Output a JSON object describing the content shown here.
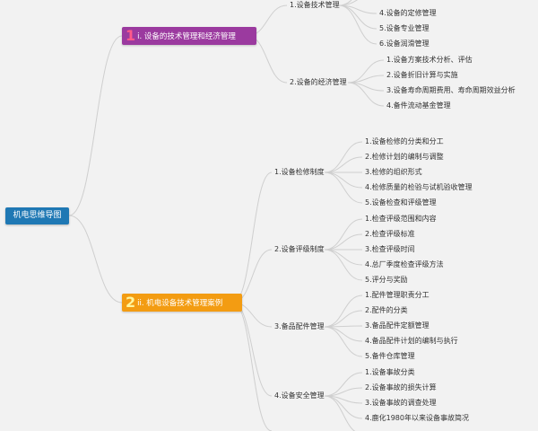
{
  "root": {
    "label": "机电思维导图"
  },
  "colors": {
    "root": "#1f78b4",
    "branch1": "#9b3a9f",
    "branch2": "#f39c12",
    "link": "#cfcfcf"
  },
  "branches": [
    {
      "num": "1",
      "label": "i. 设备的技术管理和经济管理",
      "topics": [
        {
          "label": "1.设备技术管理",
          "leaves": [
            "4.设备的定修管理",
            "5.设备专业管理",
            "6.设备润滑管理"
          ]
        },
        {
          "label": "2.设备的经济管理",
          "leaves": [
            "1.设备方案技术分析、评估",
            "2.设备折旧计算与实施",
            "3.设备寿命周期费用、寿命周期效益分析",
            "4.备件流动基金管理"
          ]
        }
      ]
    },
    {
      "num": "2",
      "label": "ii. 机电设备技术管理案例",
      "topics": [
        {
          "label": "1.设备检修制度",
          "leaves": [
            "1.设备检修的分类和分工",
            "2.检修计划的编制与调整",
            "3.检修的组织形式",
            "4.检修质量的检验与试机验收管理",
            "5.设备检查和评级管理"
          ]
        },
        {
          "label": "2.设备评级制度",
          "leaves": [
            "1.检查评级范围和内容",
            "2.检查评级标准",
            "3.检查评级时间",
            "4.总厂季度检查评级方法",
            "5.评分与奖励"
          ]
        },
        {
          "label": "3.备品配件管理",
          "leaves": [
            "1.配件管理职责分工",
            "2.配件的分类",
            "3.备品配件定额管理",
            "4.备品配件计划的编制与执行",
            "5.备件仓库管理"
          ]
        },
        {
          "label": "4.设备安全管理",
          "leaves": [
            "1.设备事故分类",
            "2.设备事故的损失计算",
            "3.设备事故的调查处理",
            "4.鹿化1980年以来设备事故简况"
          ]
        }
      ]
    }
  ]
}
